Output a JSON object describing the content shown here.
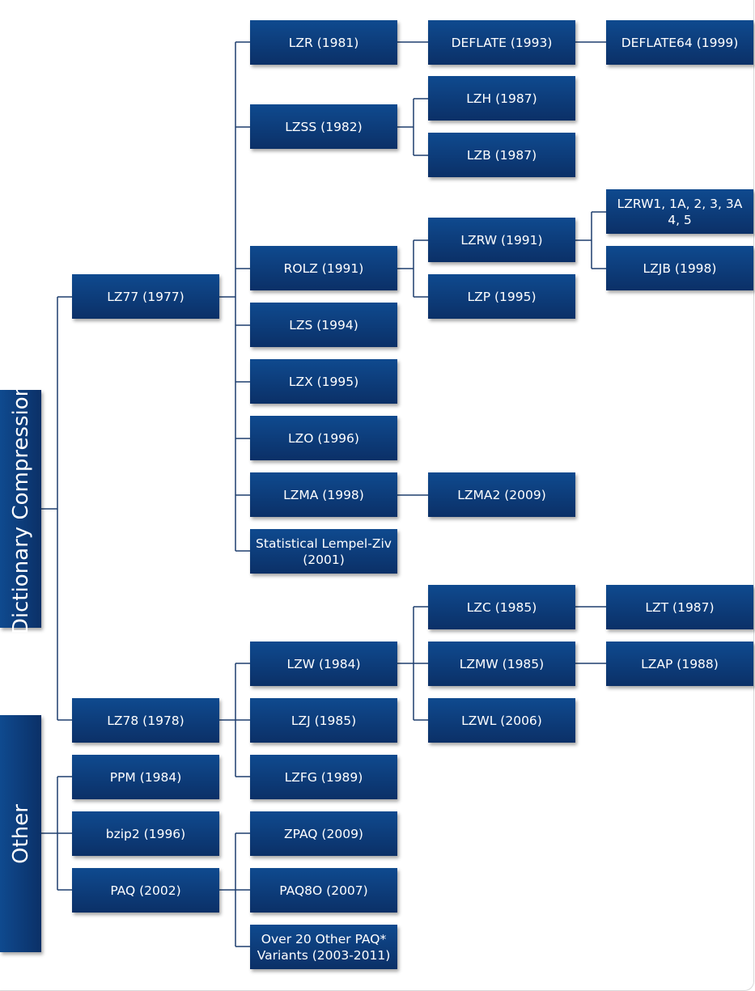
{
  "categories": {
    "dictionary": "Dictionary Compression",
    "other": "Other"
  },
  "nodes": {
    "lz77": "LZ77 (1977)",
    "lz78": "LZ78 (1978)",
    "ppm": "PPM (1984)",
    "bzip2": "bzip2 (1996)",
    "paq": "PAQ (2002)",
    "lzr": "LZR (1981)",
    "lzss": "LZSS (1982)",
    "rolz": "ROLZ (1991)",
    "lzs": "LZS (1994)",
    "lzx": "LZX (1995)",
    "lzo": "LZO (1996)",
    "lzma": "LZMA (1998)",
    "slz": "Statistical Lempel-Ziv\n(2001)",
    "lzw": "LZW (1984)",
    "lzj": "LZJ (1985)",
    "lzfg": "LZFG (1989)",
    "zpaq": "ZPAQ (2009)",
    "paq8o": "PAQ8O (2007)",
    "paqvar": "Over 20 Other PAQ*\nVariants (2003-2011)",
    "deflate": "DEFLATE (1993)",
    "lzh": "LZH (1987)",
    "lzb": "LZB (1987)",
    "lzrw": "LZRW (1991)",
    "lzp": "LZP (1995)",
    "lzma2": "LZMA2 (2009)",
    "lzc": "LZC (1985)",
    "lzmw": "LZMW (1985)",
    "lzwl": "LZWL (2006)",
    "deflate64": "DEFLATE64 (1999)",
    "lzrw1": "LZRW1, 1A, 2, 3, 3A\n4, 5",
    "lzjb": "LZJB (1998)",
    "lzt": "LZT (1987)",
    "lzap": "LZAP (1988)"
  },
  "colors": {
    "box_top": "#0f4a8f",
    "box_bottom": "#0b3067",
    "connector": "#1f3f6e"
  }
}
